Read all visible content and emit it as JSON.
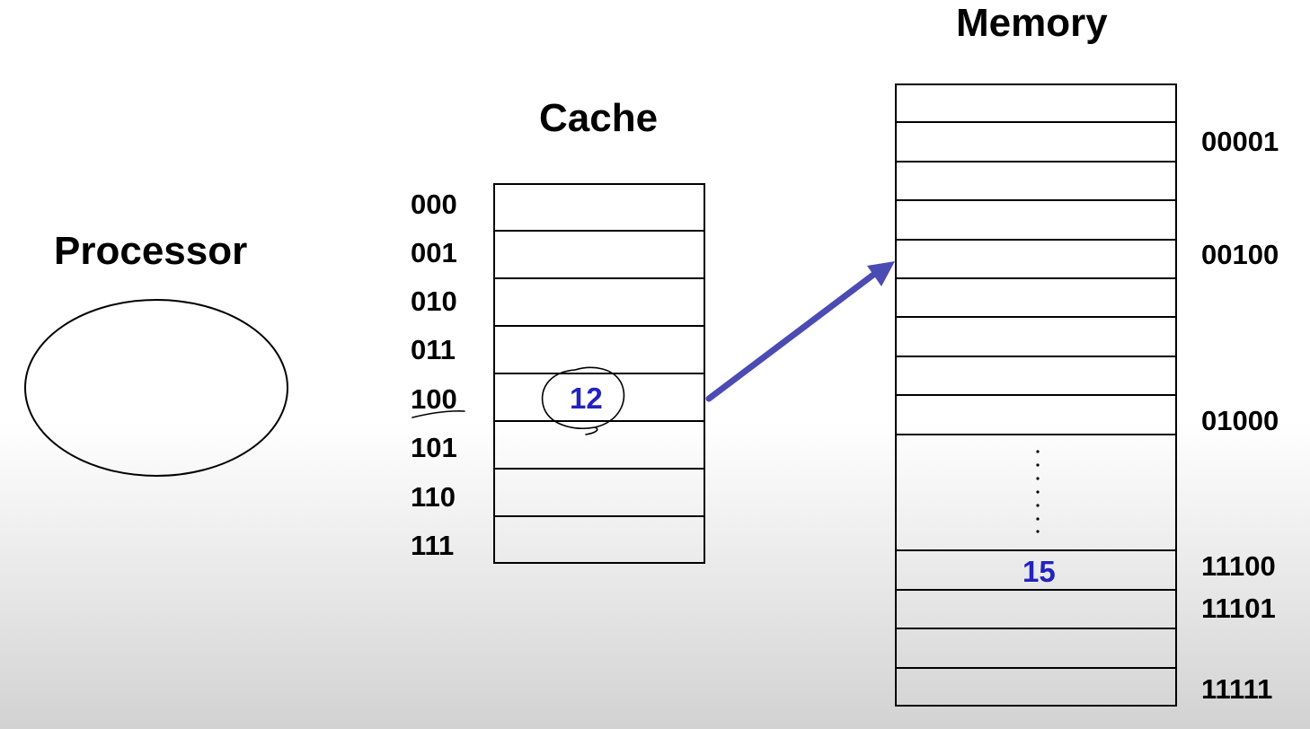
{
  "processor": {
    "title": "Processor"
  },
  "cache": {
    "title": "Cache",
    "index_labels": [
      "000",
      "001",
      "010",
      "011",
      "100",
      "101",
      "110",
      "111"
    ],
    "highlighted_index": "100",
    "highlighted_value": "12"
  },
  "memory": {
    "title": "Memory",
    "address_labels": [
      "00001",
      "00100",
      "01000",
      "11100",
      "11101",
      "11111"
    ],
    "highlighted_address": "11100",
    "highlighted_value": "15"
  },
  "colors": {
    "arrow": "#4b4bb4",
    "value_text": "#2323c0"
  }
}
